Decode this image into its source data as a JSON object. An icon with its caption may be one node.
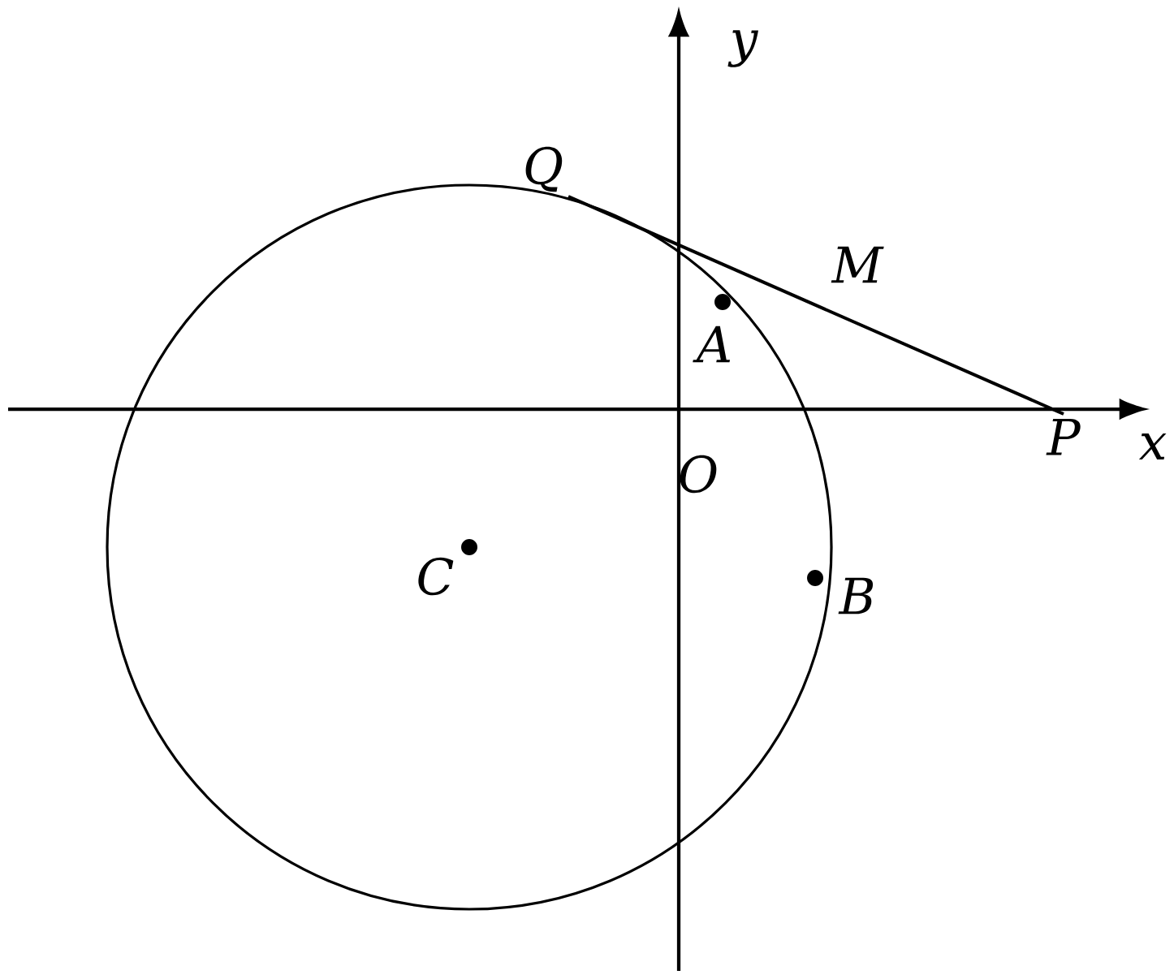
{
  "diagram": {
    "nodes": [
      {
        "text": [
          "Q"
        ]
      },
      {
        "text": [
          "P"
        ]
      }
    ],
    "edges": [
      {
        "from": 0,
        "to": 1,
        "arrow": "none",
        "label": "M"
      }
    ],
    "labels": [
      "y",
      "A",
      "x",
      "O",
      "C",
      "B"
    ]
  }
}
